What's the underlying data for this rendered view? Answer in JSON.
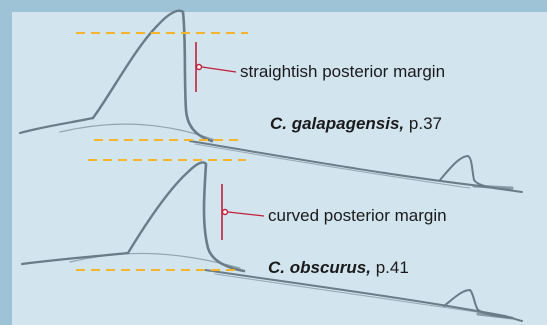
{
  "figure": {
    "top": {
      "annotation": "straightish posterior margin",
      "species": "C. galapagensis,",
      "page_ref": "p.37"
    },
    "bottom": {
      "annotation": "curved posterior margin",
      "species": "C. obscurus,",
      "page_ref": "p.41"
    }
  },
  "colors": {
    "background": "#9fc3d6",
    "panel": "#d2e4ee",
    "guide_dash": "#f5b52d",
    "marker": "#c0203a",
    "outline": "#6a7c88"
  }
}
